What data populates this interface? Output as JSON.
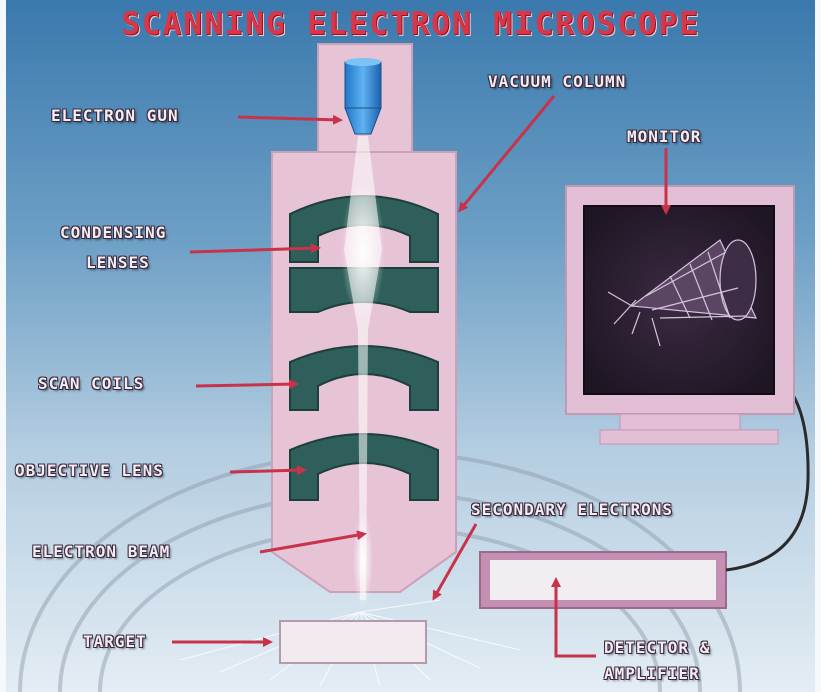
{
  "title": "SCANNING ELECTRON MICROSCOPE",
  "labels": {
    "electron_gun": "ELECTRON GUN",
    "vacuum_column": "VACUUM COLUMN",
    "monitor": "MONITOR",
    "condensing_lenses_1": "CONDENSING",
    "condensing_lenses_2": "LENSES",
    "scan_coils": "SCAN COILS",
    "objective_lens": "OBJECTIVE LENS",
    "secondary_electrons": "SECONDARY ELECTRONS",
    "electron_beam": "ELECTRON BEAM",
    "target": "TARGET",
    "detector_1": "DETECTOR &",
    "detector_2": "AMPLIFIER"
  },
  "colors": {
    "title": "#d9364a",
    "arrow": "#c8324a",
    "column": "#e7c3d6",
    "lens": "#2f5f5a",
    "background_top": "#2f6ea3",
    "background_bottom": "#dfeaf2"
  }
}
